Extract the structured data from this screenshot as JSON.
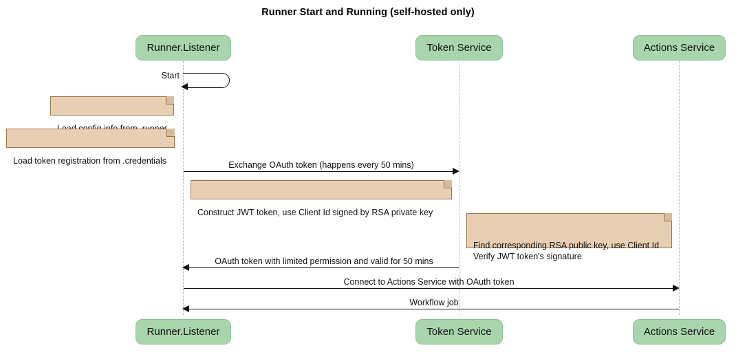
{
  "diagram": {
    "title": "Runner Start and Running (self-hosted only)",
    "type": "sequence-diagram",
    "colors": {
      "participant_fill": "#a8d5ab",
      "participant_border": "#8cbf90",
      "note_fill": "#e8cfb4",
      "note_border": "#9c7348",
      "line": "#111111",
      "lifeline": "#b8b8b8",
      "background": "#ffffff"
    }
  },
  "participants": [
    {
      "id": "runner",
      "label": "Runner.Listener"
    },
    {
      "id": "token",
      "label": "Token Service"
    },
    {
      "id": "actions",
      "label": "Actions Service"
    }
  ],
  "participants_bottom": [
    {
      "id": "runner",
      "label": "Runner.Listener"
    },
    {
      "id": "token",
      "label": "Token Service"
    },
    {
      "id": "actions",
      "label": "Actions Service"
    }
  ],
  "messages": [
    {
      "id": "m1",
      "label": "Start",
      "from": "runner",
      "to": "runner",
      "kind": "self",
      "direction": "left"
    },
    {
      "id": "m2",
      "label": "Exchange OAuth token (happens every 50 mins)",
      "from": "runner",
      "to": "token",
      "kind": "sync",
      "direction": "right"
    },
    {
      "id": "m3",
      "label": "OAuth token with limited permission and valid for 50 mins",
      "from": "token",
      "to": "runner",
      "kind": "sync",
      "direction": "left"
    },
    {
      "id": "m4",
      "label": "Connect to Actions Service with OAuth token",
      "from": "runner",
      "to": "actions",
      "kind": "sync",
      "direction": "right"
    },
    {
      "id": "m5",
      "label": "Workflow job",
      "from": "actions",
      "to": "runner",
      "kind": "sync",
      "direction": "left"
    }
  ],
  "notes": [
    {
      "id": "n1",
      "text": "Load config info from .runner",
      "attached_to": "runner"
    },
    {
      "id": "n2",
      "text": "Load token registration from .credentials",
      "attached_to": "runner"
    },
    {
      "id": "n3",
      "text": "Construct JWT token, use Client Id signed by RSA private key",
      "attached_to": "runner"
    },
    {
      "id": "n4",
      "text": "Find corresponding RSA public key, use Client Id\nVerify JWT token's signature",
      "attached_to": "token"
    }
  ]
}
